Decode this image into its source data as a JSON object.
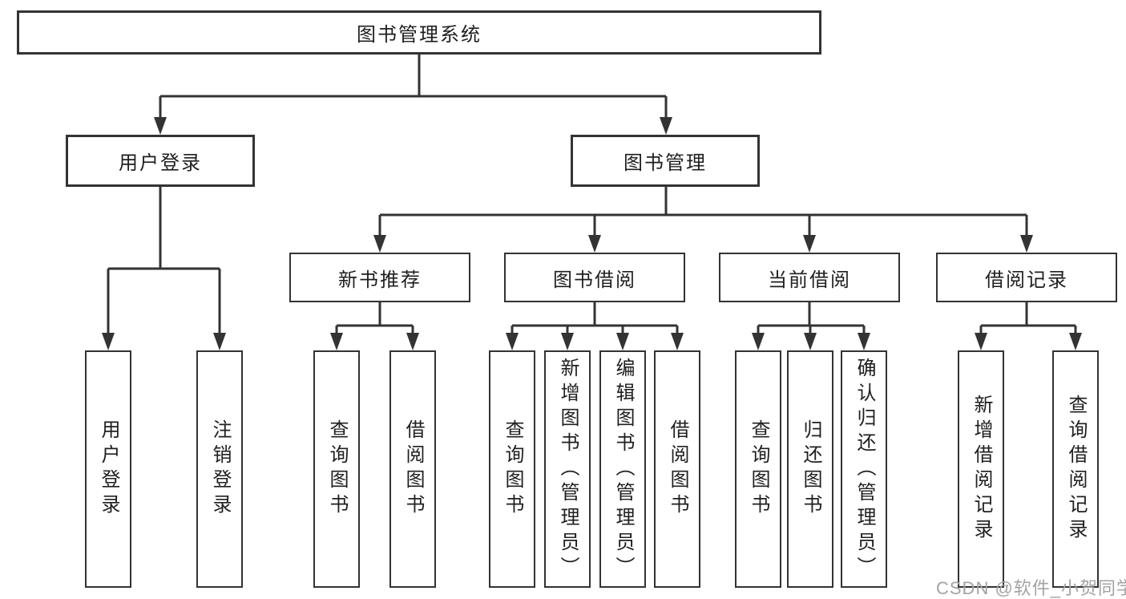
{
  "diagram": {
    "type": "tree-structure-chart",
    "title": "图书管理系统",
    "watermark": "CSDN @软件_小贺同学",
    "colors": {
      "line": "#333333",
      "text": "#1f1f1f",
      "background": "#ffffff",
      "watermark": "#a3a3a3"
    },
    "nodes": {
      "root": {
        "label": "图书管理系统"
      },
      "user_login": {
        "label": "用户登录"
      },
      "book_management": {
        "label": "图书管理"
      },
      "new_book_recommend": {
        "label": "新书推荐"
      },
      "book_borrow": {
        "label": "图书借阅"
      },
      "current_borrow": {
        "label": "当前借阅"
      },
      "borrow_records": {
        "label": "借阅记录"
      },
      "leaf_user_login": {
        "label": "用户登录"
      },
      "leaf_logout": {
        "label": "注销登录"
      },
      "leaf_nb_query_book": {
        "label": "查询图书"
      },
      "leaf_nb_borrow_book": {
        "label": "借阅图书"
      },
      "leaf_bb_query_book": {
        "label": "查询图书"
      },
      "leaf_bb_add_book_admin": {
        "label": "新增图书（管理员）"
      },
      "leaf_bb_edit_book_admin": {
        "label": "编辑图书（管理员）"
      },
      "leaf_bb_borrow_book": {
        "label": "借阅图书"
      },
      "leaf_cb_query_book": {
        "label": "查询图书"
      },
      "leaf_cb_return_book": {
        "label": "归还图书"
      },
      "leaf_cb_confirm_return_admin": {
        "label": "确认归还（管理员）"
      },
      "leaf_br_add_record": {
        "label": "新增借阅记录"
      },
      "leaf_br_query_record": {
        "label": "查询借阅记录"
      }
    },
    "hierarchy": {
      "图书管理系统": {
        "用户登录": [
          "用户登录",
          "注销登录"
        ],
        "图书管理": {
          "新书推荐": [
            "查询图书",
            "借阅图书"
          ],
          "图书借阅": [
            "查询图书",
            "新增图书（管理员）",
            "编辑图书（管理员）",
            "借阅图书"
          ],
          "当前借阅": [
            "查询图书",
            "归还图书",
            "确认归还（管理员）"
          ],
          "借阅记录": [
            "新增借阅记录",
            "查询借阅记录"
          ]
        }
      }
    }
  }
}
